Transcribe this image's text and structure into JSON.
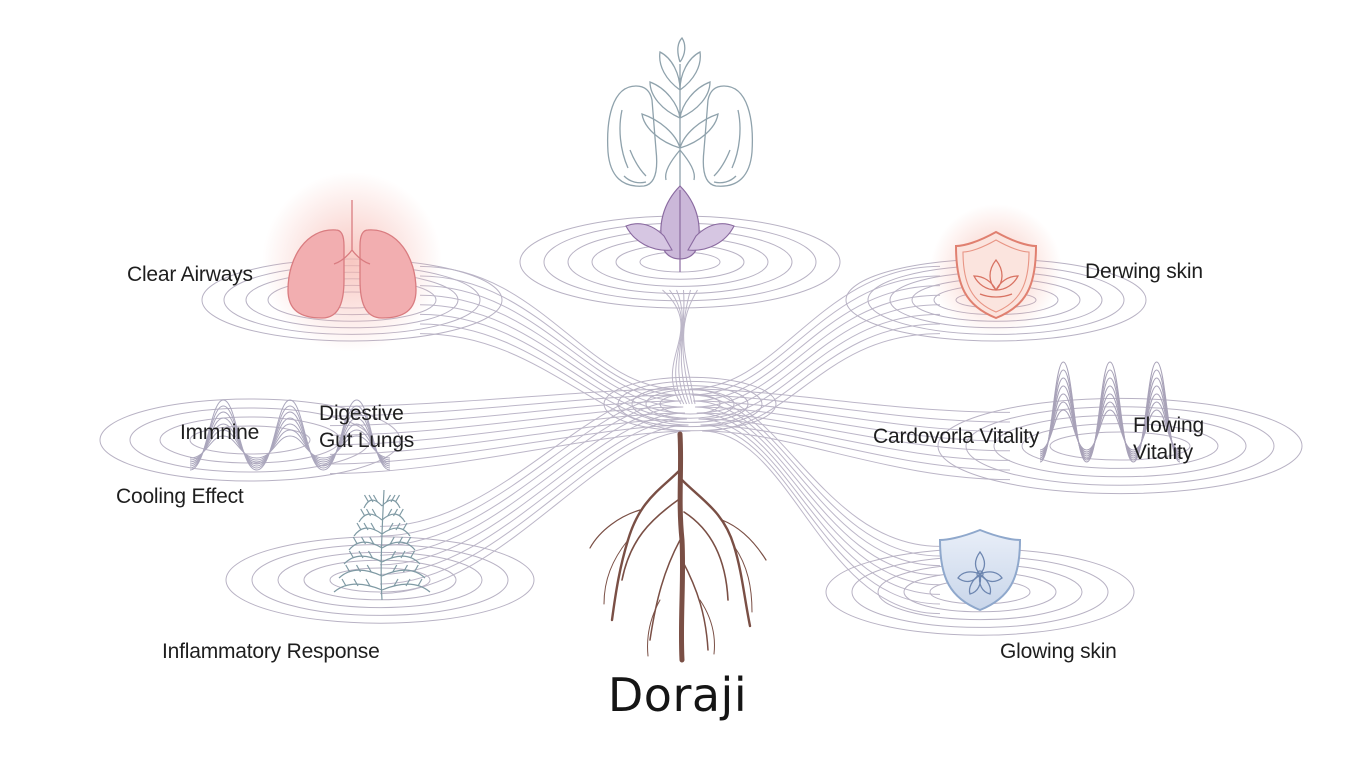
{
  "title": "Doraji",
  "labels": {
    "clear_airways": "Clear Airways",
    "immune": "Immnine",
    "digestive_1": "Digestive",
    "digestive_2": "Gut Lungs",
    "cooling": "Cooling Effect",
    "inflammatory": "Inflammatory Response",
    "derwing": "Derwing skin",
    "cardio": "Cardovorla Vitality",
    "flowing_1": "Flowing",
    "flowing_2": "Vitality",
    "glowing": "Glowing skin"
  },
  "colors": {
    "ring": "#b8b2c4",
    "root": "#7a4f45",
    "lung_fill": "#f2aeb0",
    "lung_stroke": "#d97c80",
    "herb_stroke": "#8fa2ac",
    "leaf_fill": "#cbb8d9",
    "leaf_stroke": "#8a6aa0",
    "shield_red": "#e08070",
    "shield_blue": "#8fa8cc",
    "fern_stroke": "#7f9aa4"
  }
}
